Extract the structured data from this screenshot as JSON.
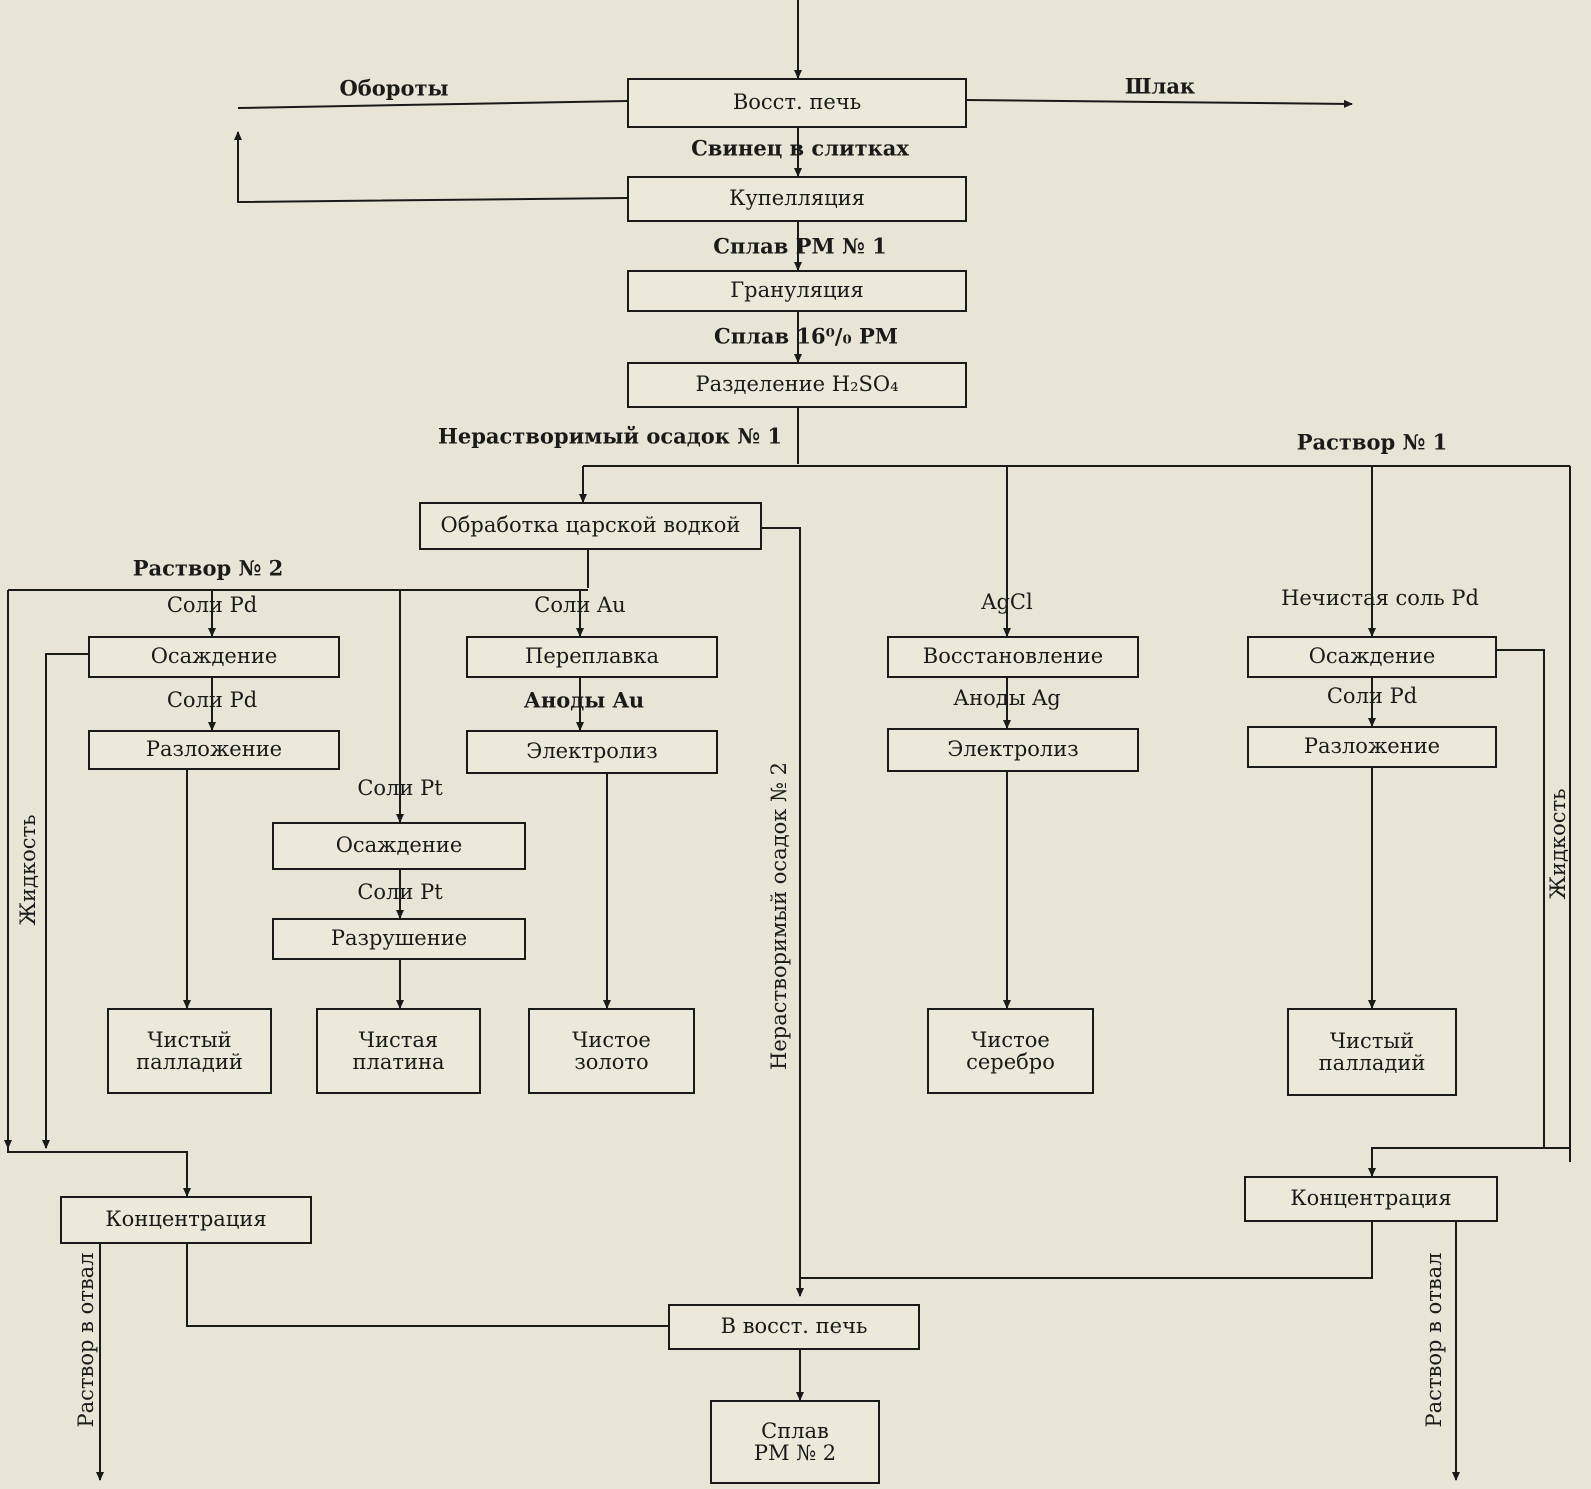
{
  "boxes": {
    "restore_furnace": "Восст. печь",
    "cupellation": "Купелляция",
    "granulation": "Грануляция",
    "separation": "Разделение H₂SO₄",
    "aqua_regia": "Обработка царской водкой",
    "pd_precip_left": "Осаждение",
    "pd_decomp_left": "Разложение",
    "au_remelt": "Переплавка",
    "au_electrolysis": "Электролиз",
    "pt_precip": "Осаждение",
    "pt_destruction": "Разрушение",
    "pure_pd_left": "Чистый палладий",
    "pure_pt": "Чистая платина",
    "pure_au": "Чистое золото",
    "ag_reduction": "Восстановление",
    "ag_electrolysis": "Электролиз",
    "pure_ag": "Чистое серебро",
    "pd_precip_right": "Осаждение",
    "pd_decomp_right": "Разложение",
    "pure_pd_right": "Чистый палладий",
    "conc_left": "Концентрация",
    "conc_right": "Концентрация",
    "to_furnace": "В восст. печь",
    "alloy_pm2": "Сплав PM № 2"
  },
  "labels": {
    "returns": "Обороты",
    "slag": "Шлак",
    "lead_ingots": "Свинец в слитках",
    "alloy_pm1": "Сплав PM № 1",
    "alloy_16": "Сплав 16⁰/₀ PM",
    "insoluble1": "Нерастворимый осадок № 1",
    "solution1": "Раствор № 1",
    "solution2": "Раствор № 2",
    "pd_salts_a": "Соли Pd",
    "pd_salts_b": "Соли Pd",
    "au_salts": "Соли Au",
    "au_anodes": "Аноды Au",
    "pt_salts_a": "Соли Pt",
    "pt_salts_b": "Соли Pt",
    "agcl": "AgCl",
    "ag_anodes": "Аноды Ag",
    "impure_pd": "Нечистая соль Pd",
    "pd_salts_right": "Соли Pd",
    "liquid_left": "Жидкость",
    "liquid_right": "Жидкость",
    "insoluble2": "Нерастворимый осадок № 2",
    "waste_left": "Раствор в отвал",
    "waste_right": "Раствор в отвал"
  }
}
